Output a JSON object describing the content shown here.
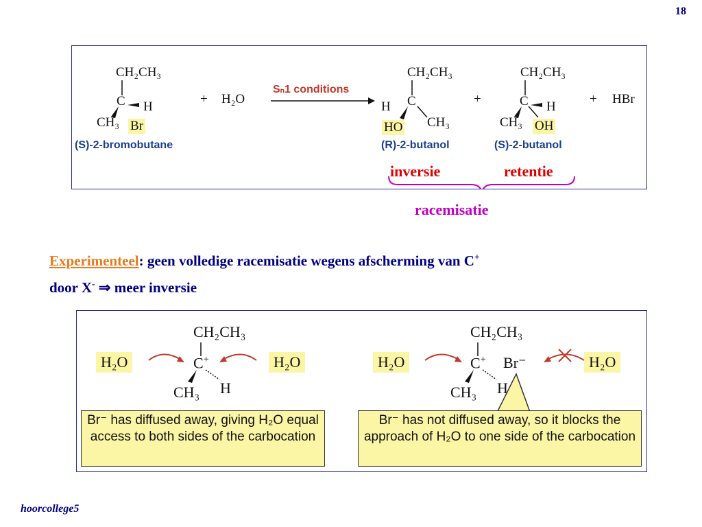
{
  "slide": {
    "number": "18",
    "footer": "hoorcollege5"
  },
  "reaction": {
    "reactant": {
      "top": "CH₂CH₃",
      "center": "C",
      "h": "H",
      "ch3": "CH₃",
      "br": "Br",
      "name": "(S)-2-bromobutane"
    },
    "plus1": "+",
    "water": "H₂O",
    "arrow_label": "Sₙ1 conditions",
    "product_r": {
      "top": "CH₂CH₃",
      "center": "C",
      "h": "H",
      "ho": "HO",
      "ch3": "CH₃",
      "name": "(R)-2-butanol"
    },
    "plus2": "+",
    "product_s": {
      "top": "CH₂CH₃",
      "center": "C",
      "h": "H",
      "ch3": "CH₃",
      "oh": "OH",
      "name": "(S)-2-butanol"
    },
    "plus3": "+",
    "hbr": "HBr",
    "inversie": "inversie",
    "retentie": "retentie",
    "racemisatie": "racemisatie"
  },
  "experiment": {
    "label": "Experimenteel",
    "text1": ": geen volledige racemisatie wegens afscherming van C",
    "plus_sup": "+",
    "text2": "door X",
    "minus_sup": "-",
    "arrow": "⇒",
    "text3": "meer inversie"
  },
  "mechanism": {
    "left": {
      "h2o_left": "H₂O",
      "h2o_right": "H₂O",
      "top": "CH₂CH₃",
      "center": "C",
      "plus": "+",
      "ch3": "CH₃",
      "h": "H",
      "caption": "Br⁻ has diffused away, giving H₂O equal access to both sides of the carbocation"
    },
    "right": {
      "h2o_left": "H₂O",
      "h2o_right": "H₂O",
      "top": "CH₂CH₃",
      "center": "C",
      "plus": "+",
      "br": "Br⁻",
      "ch3": "CH₃",
      "h": "H",
      "caption": "Br⁻ has not diffused away, so it blocks the approach of H₂O to one side of the carbocation"
    }
  },
  "colors": {
    "navy": "#000080",
    "orange": "#e67a1e",
    "red": "#e00000",
    "magenta": "#c000c0",
    "highlight": "#fbf5a6"
  }
}
